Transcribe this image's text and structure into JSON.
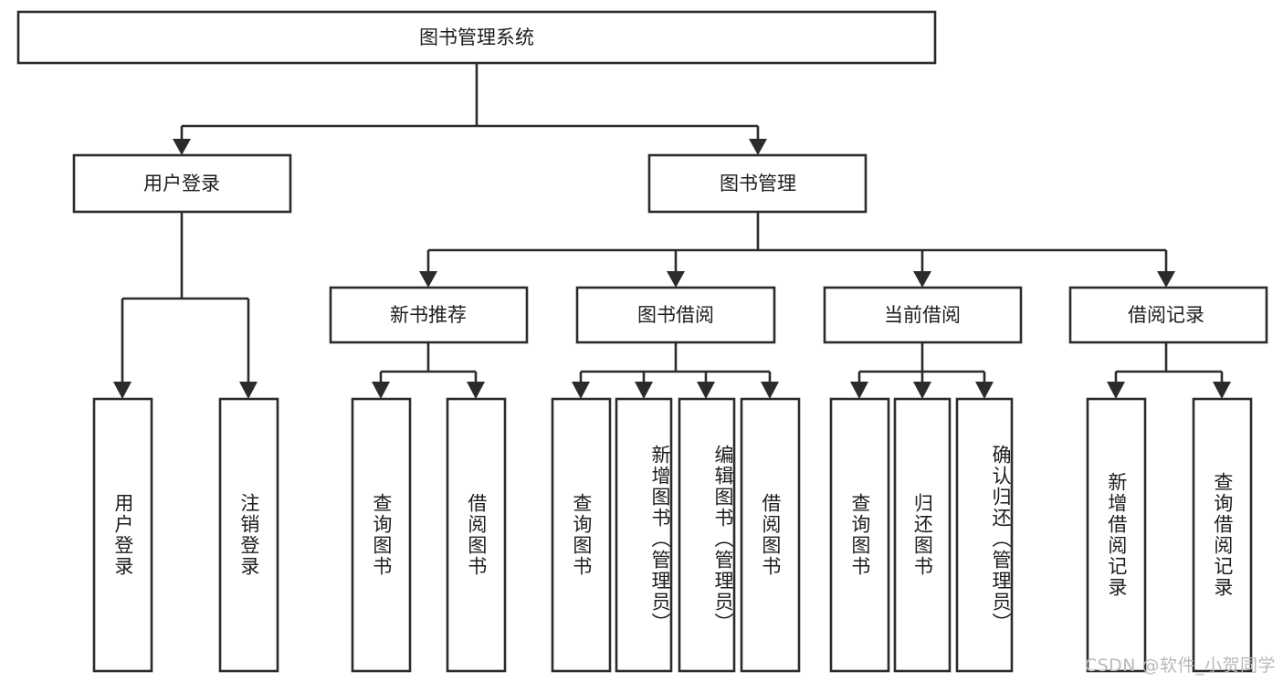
{
  "diagram": {
    "title": "图书管理系统",
    "type": "tree",
    "root": {
      "id": "root",
      "label": "图书管理系统"
    },
    "level2": [
      {
        "id": "user-login",
        "label": "用户登录"
      },
      {
        "id": "book-manage",
        "label": "图书管理"
      }
    ],
    "level3": [
      {
        "id": "new-book-rec",
        "label": "新书推荐"
      },
      {
        "id": "book-borrow",
        "label": "图书借阅"
      },
      {
        "id": "current-borrow",
        "label": "当前借阅"
      },
      {
        "id": "borrow-record",
        "label": "借阅记录"
      }
    ],
    "leaves": {
      "user_login": [
        {
          "id": "leaf-user-login",
          "label": "用户登录"
        },
        {
          "id": "leaf-logout",
          "label": "注销登录"
        }
      ],
      "new_book_rec": [
        {
          "id": "leaf-query-book-1",
          "label": "查询图书"
        },
        {
          "id": "leaf-borrow-book-1",
          "label": "借阅图书"
        }
      ],
      "book_borrow": [
        {
          "id": "leaf-query-book-2",
          "label": "查询图书"
        },
        {
          "id": "leaf-add-book",
          "label": "新增图书（管理员）"
        },
        {
          "id": "leaf-edit-book",
          "label": "编辑图书（管理员）"
        },
        {
          "id": "leaf-borrow-book-2",
          "label": "借阅图书"
        }
      ],
      "current_borrow": [
        {
          "id": "leaf-query-book-3",
          "label": "查询图书"
        },
        {
          "id": "leaf-return-book",
          "label": "归还图书"
        },
        {
          "id": "leaf-confirm-return",
          "label": "确认归还（管理员）"
        }
      ],
      "borrow_record": [
        {
          "id": "leaf-add-record",
          "label": "新增借阅记录"
        },
        {
          "id": "leaf-query-record",
          "label": "查询借阅记录"
        }
      ]
    }
  },
  "watermark": {
    "text": "CSDN @软件_小贺同学"
  },
  "colors": {
    "box_stroke": "#2b2b2b",
    "box_fill": "#ffffff",
    "text": "#1d1d1d",
    "watermark": "#b9b9b9",
    "background": "#ffffff"
  }
}
